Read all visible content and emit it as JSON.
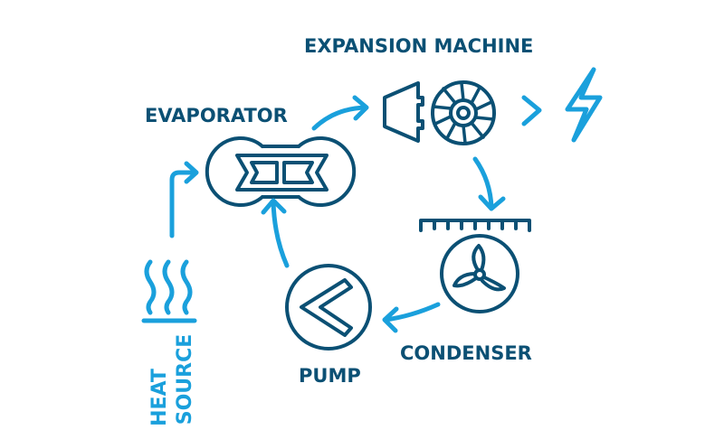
{
  "title": "Organic Rankine cycle",
  "labels": {
    "expansion_machine": "EXPANSION MACHINE",
    "evaporator": "EVAPORATOR",
    "condenser": "CONDENSER",
    "pump": "PUMP",
    "heat": "HEAT",
    "source": "SOURCE"
  },
  "colors": {
    "dark": "#0b5074",
    "light": "#1aa0dc"
  }
}
